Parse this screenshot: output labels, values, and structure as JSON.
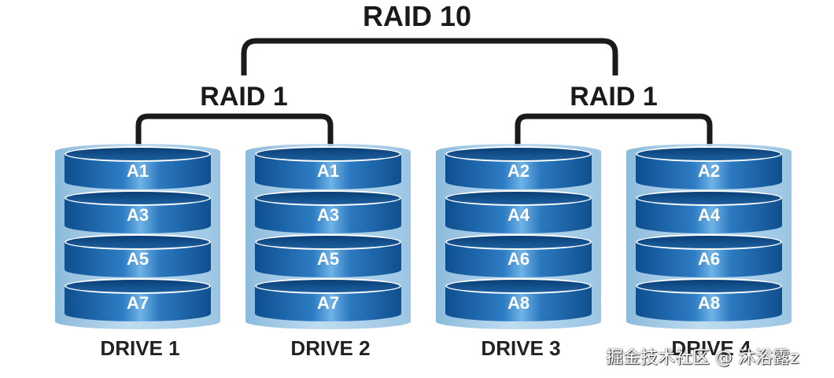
{
  "title": "RAID 10",
  "groups": [
    {
      "label": "RAID 1"
    },
    {
      "label": "RAID 1"
    }
  ],
  "drives": [
    {
      "label": "DRIVE 1",
      "blocks": [
        "A1",
        "A3",
        "A5",
        "A7"
      ]
    },
    {
      "label": "DRIVE 2",
      "blocks": [
        "A1",
        "A3",
        "A5",
        "A7"
      ]
    },
    {
      "label": "DRIVE 3",
      "blocks": [
        "A2",
        "A4",
        "A6",
        "A8"
      ]
    },
    {
      "label": "DRIVE 4",
      "blocks": [
        "A2",
        "A4",
        "A6",
        "A8"
      ]
    }
  ],
  "colors": {
    "platter": "#1f6db3",
    "wire": "#1a1a1a"
  },
  "watermark": "掘金技术社区 @ 沐浴露z"
}
